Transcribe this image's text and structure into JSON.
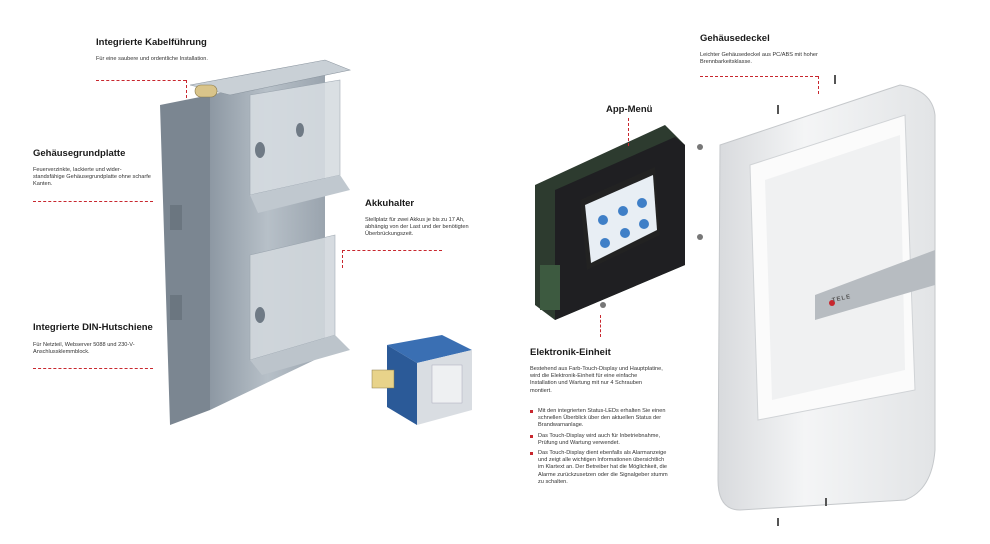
{
  "callouts": {
    "kabel": {
      "title": "Integrierte Kabelführung",
      "desc": "Für eine saubere und ordentliche Installation."
    },
    "grundplatte": {
      "title": "Gehäusegrundplatte",
      "desc": "Feuerverzinkte, lackierte und wider-standsfähige Gehäusegrundplatte ohne scharfe Kanten."
    },
    "din": {
      "title": "Integrierte DIN-Hutschiene",
      "desc": "Für Netzteil, Webserver 5088 und 230-V-Anschlussklemmblock."
    },
    "akku": {
      "title": "Akkuhalter",
      "desc": "Stellplatz für zwei Akkus je bis zu 17 Ah, abhängig von der Last und der benötigten Überbrückungszeit."
    },
    "app": {
      "title": "App-Menü"
    },
    "deckel": {
      "title": "Gehäusedeckel",
      "desc": "Leichter Gehäusedeckel aus PC/ABS mit hoher Brennbarkeitsklasse."
    },
    "elektronik": {
      "title": "Elektronik-Einheit",
      "desc": "Bestehend aus Farb-Touch-Display und Hauptplatine, wird die Elektronik-Einheit für eine einfache Installation und Wartung mit nur 4 Schrauben montiert.",
      "bullets": [
        "Mit den integrierten Status-LEDs erhalten Sie einen schnellen Überblick über den aktuellen Status der Brandwarnanlage.",
        "Das Touch-Display wird auch für Inbetriebnahme, Prüfung und Wartung verwendet.",
        "Das Touch-Display dient ebenfalls als Alarmanzeige und zeigt alle wichtigen Informationen übersichtlich im Klartext an. Der Betreiber hat die Möglichkeit, die Alarme zurückzusetzen oder die Signalgeber stumm zu schalten."
      ]
    }
  },
  "cover_brand": "TELE",
  "colors": {
    "accent": "#c8272e"
  }
}
